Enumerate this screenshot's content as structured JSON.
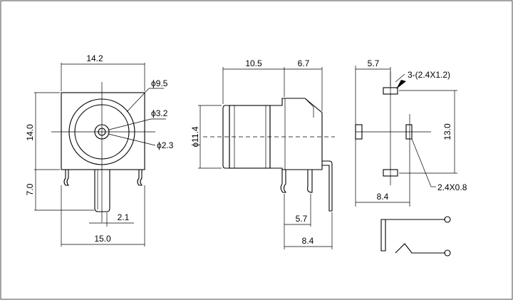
{
  "front_view": {
    "width_top": "14.2",
    "height": "14.0",
    "leg_height": "7.0",
    "pin_width": "2.1",
    "width_bottom": "15.0",
    "dia_outer": "ϕ9.5",
    "dia_mid": "ϕ3.2",
    "dia_pin": "ϕ2.3"
  },
  "side_view": {
    "body_length": "10.5",
    "rear_length": "6.7",
    "dia_body": "ϕ11.4",
    "leg_offset": "5.7",
    "total_offset": "8.4"
  },
  "bottom_view": {
    "top_offset": "5.7",
    "slot_note": "3-(2.4X1.2)",
    "height": "13.0",
    "width": "8.4",
    "slot_size": "2.4X0.8"
  }
}
